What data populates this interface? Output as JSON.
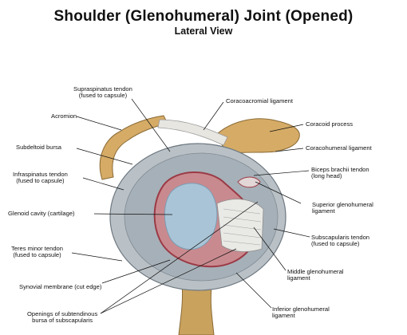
{
  "title": "Shoulder (Glenohumeral) Joint (Opened)",
  "subtitle": "Lateral View",
  "labels": {
    "supraspinatus": [
      "Supraspinatus tendon",
      "(fused to capsule)"
    ],
    "coracoacromial": [
      "Coracoacromial ligament"
    ],
    "acromion": [
      "Acromion"
    ],
    "coracoid": [
      "Coracoid process"
    ],
    "subdeltoid": [
      "Subdeltoid bursa"
    ],
    "coracohumeral": [
      "Coracohumeral ligament"
    ],
    "infraspinatus": [
      "Infraspinatus tendon",
      "(fused to capsule)"
    ],
    "biceps": [
      "Biceps brachii tendon",
      "(long head)"
    ],
    "superior_gh": [
      "Superior glenohumeral",
      "ligament"
    ],
    "glenoid": [
      "Glenoid cavity (cartilage)"
    ],
    "teres_minor": [
      "Teres minor tendon",
      "(fused to capsule)"
    ],
    "subscapularis": [
      "Subscapularis tendon",
      "(fused to capsule)"
    ],
    "middle_gh": [
      "Middle glenohumeral",
      "ligament"
    ],
    "synovial": [
      "Synovial membrane (cut edge)"
    ],
    "inferior_gh": [
      "Inferior glenohumeral",
      "ligament"
    ],
    "openings": [
      "Openings of subtendinous",
      "bursa of subscapularis"
    ]
  }
}
